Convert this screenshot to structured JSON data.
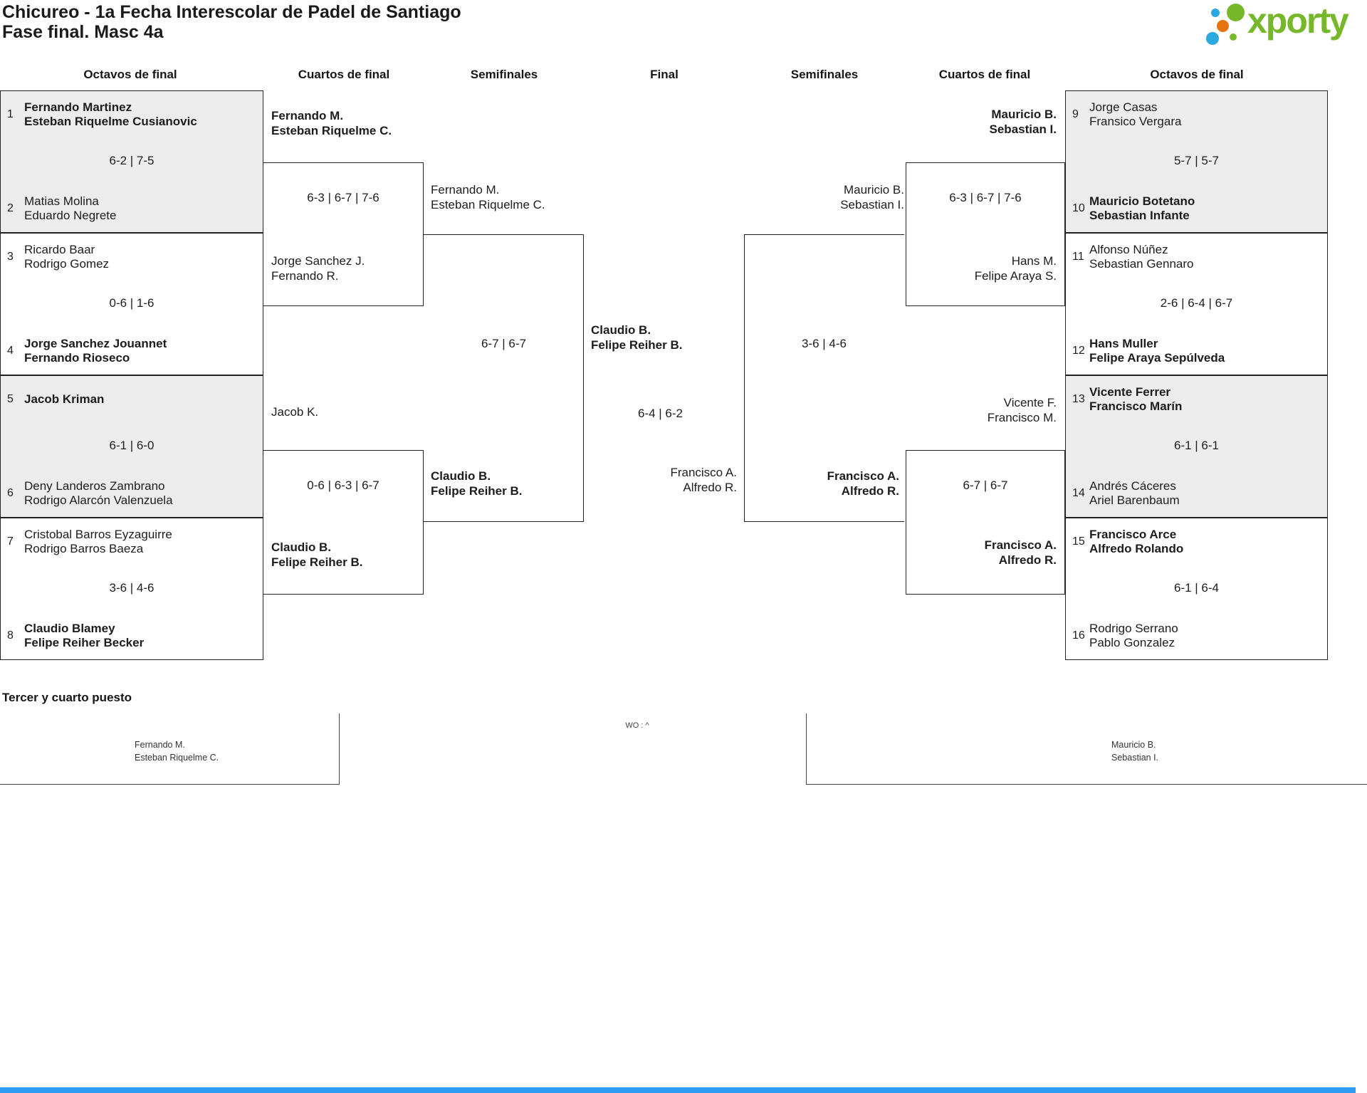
{
  "header": {
    "title_line1": "Chicureo - 1a Fecha Interescolar de Padel de Santiago",
    "title_line2": "Fase final. Masc 4a",
    "logo_text": "xporty"
  },
  "colors": {
    "brand_green": "#76b82a",
    "brand_blue": "#2ba9e0",
    "brand_orange": "#e6740e",
    "footer_blue": "#2e9cf0",
    "match_shaded": "#ececec"
  },
  "columns": [
    "Octavos de final",
    "Cuartos de final",
    "Semifinales",
    "Final",
    "Semifinales",
    "Cuartos de final",
    "Octavos de final"
  ],
  "r16_left": [
    {
      "seed1": "1",
      "team1": [
        "Fernando Martinez",
        "Esteban Riquelme Cusianovic"
      ],
      "score": "6-2 | 7-5",
      "seed2": "2",
      "team2": [
        "Matias Molina",
        "Eduardo Negrete"
      ]
    },
    {
      "seed1": "3",
      "team1": [
        "Ricardo Baar",
        "Rodrigo Gomez"
      ],
      "score": "0-6 | 1-6",
      "seed2": "4",
      "team2": [
        "Jorge Sanchez Jouannet",
        "Fernando Rioseco"
      ]
    },
    {
      "seed1": "5",
      "team1": [
        "Jacob Kriman"
      ],
      "score": "6-1 | 6-0",
      "seed2": "6",
      "team2": [
        "Deny Landeros Zambrano",
        "Rodrigo Alarcón Valenzuela"
      ]
    },
    {
      "seed1": "7",
      "team1": [
        "Cristobal Barros Eyzaguirre",
        "Rodrigo Barros Baeza"
      ],
      "score": "3-6 | 4-6",
      "seed2": "8",
      "team2": [
        "Claudio Blamey",
        "Felipe Reiher Becker"
      ]
    }
  ],
  "r16_right": [
    {
      "seed1": "9",
      "team1": [
        "Jorge Casas",
        "Fransico Vergara"
      ],
      "score": "5-7 | 5-7",
      "seed2": "10",
      "team2": [
        "Mauricio Botetano",
        "Sebastian Infante"
      ]
    },
    {
      "seed1": "11",
      "team1": [
        "Alfonso Núñez",
        "Sebastian Gennaro"
      ],
      "score": "2-6 | 6-4 | 6-7",
      "seed2": "12",
      "team2": [
        "Hans Muller",
        "Felipe Araya Sepúlveda"
      ]
    },
    {
      "seed1": "13",
      "team1": [
        "Vicente Ferrer",
        "Francisco Marín"
      ],
      "score": "6-1 | 6-1",
      "seed2": "14",
      "team2": [
        "Andrés Cáceres",
        "Ariel Barenbaum"
      ]
    },
    {
      "seed1": "15",
      "team1": [
        "Francisco Arce",
        "Alfredo Rolando"
      ],
      "score": "6-1 | 6-4",
      "seed2": "16",
      "team2": [
        "Rodrigo Serrano",
        "Pablo Gonzalez"
      ]
    }
  ],
  "qf_left": [
    {
      "team1": [
        "Fernando M.",
        "Esteban Riquelme C."
      ],
      "score": "6-3 | 6-7 | 7-6",
      "team2": [
        "Jorge Sanchez J.",
        "Fernando R."
      ]
    },
    {
      "team1": [
        "Jacob K."
      ],
      "score": "0-6 | 6-3 | 6-7",
      "team2": [
        "Claudio B.",
        "Felipe Reiher B."
      ]
    }
  ],
  "sf_left": {
    "team1": [
      "Fernando M.",
      "Esteban Riquelme C."
    ],
    "score": "6-7 | 6-7",
    "team2": [
      "Claudio B.",
      "Felipe Reiher B."
    ]
  },
  "final": {
    "team1": [
      "Claudio B.",
      "Felipe Reiher B."
    ],
    "score": "6-4 | 6-2",
    "team2": [
      "Francisco A.",
      "Alfredo R."
    ]
  },
  "sf_right": {
    "team1": [
      "Mauricio B.",
      "Sebastian I."
    ],
    "score": "3-6 | 4-6",
    "team2": [
      "Francisco A.",
      "Alfredo R."
    ]
  },
  "qf_right": [
    {
      "team1": [
        "Mauricio B.",
        "Sebastian I."
      ],
      "score": "6-3 | 6-7 | 7-6",
      "team2": [
        "Hans M.",
        "Felipe Araya S."
      ]
    },
    {
      "team1": [
        "Vicente F.",
        "Francisco M."
      ],
      "score": "6-7 | 6-7",
      "team2": [
        "Francisco A.",
        "Alfredo R."
      ]
    }
  ],
  "third_place": {
    "title": "Tercer y cuarto puesto",
    "team_left": [
      "Fernando M.",
      "Esteban Riquelme C."
    ],
    "result": "WO : ^",
    "team_right": [
      "Mauricio B.",
      "Sebastian I."
    ]
  }
}
